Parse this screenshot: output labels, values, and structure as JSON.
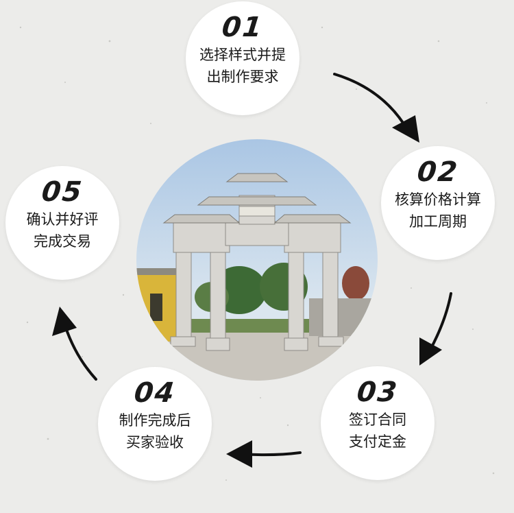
{
  "steps": [
    {
      "num": "01",
      "line1": "选择样式并提",
      "line2": "出制作要求"
    },
    {
      "num": "02",
      "line1": "核算价格计算",
      "line2": "加工周期"
    },
    {
      "num": "03",
      "line1": "签订合同",
      "line2": "支付定金"
    },
    {
      "num": "04",
      "line1": "制作完成后",
      "line2": "买家验收"
    },
    {
      "num": "05",
      "line1": "确认并好评",
      "line2": "完成交易"
    }
  ],
  "colors": {
    "background": "#ececea",
    "circle": "#ffffff",
    "text": "#1a1a1a",
    "arrow": "#111111"
  }
}
